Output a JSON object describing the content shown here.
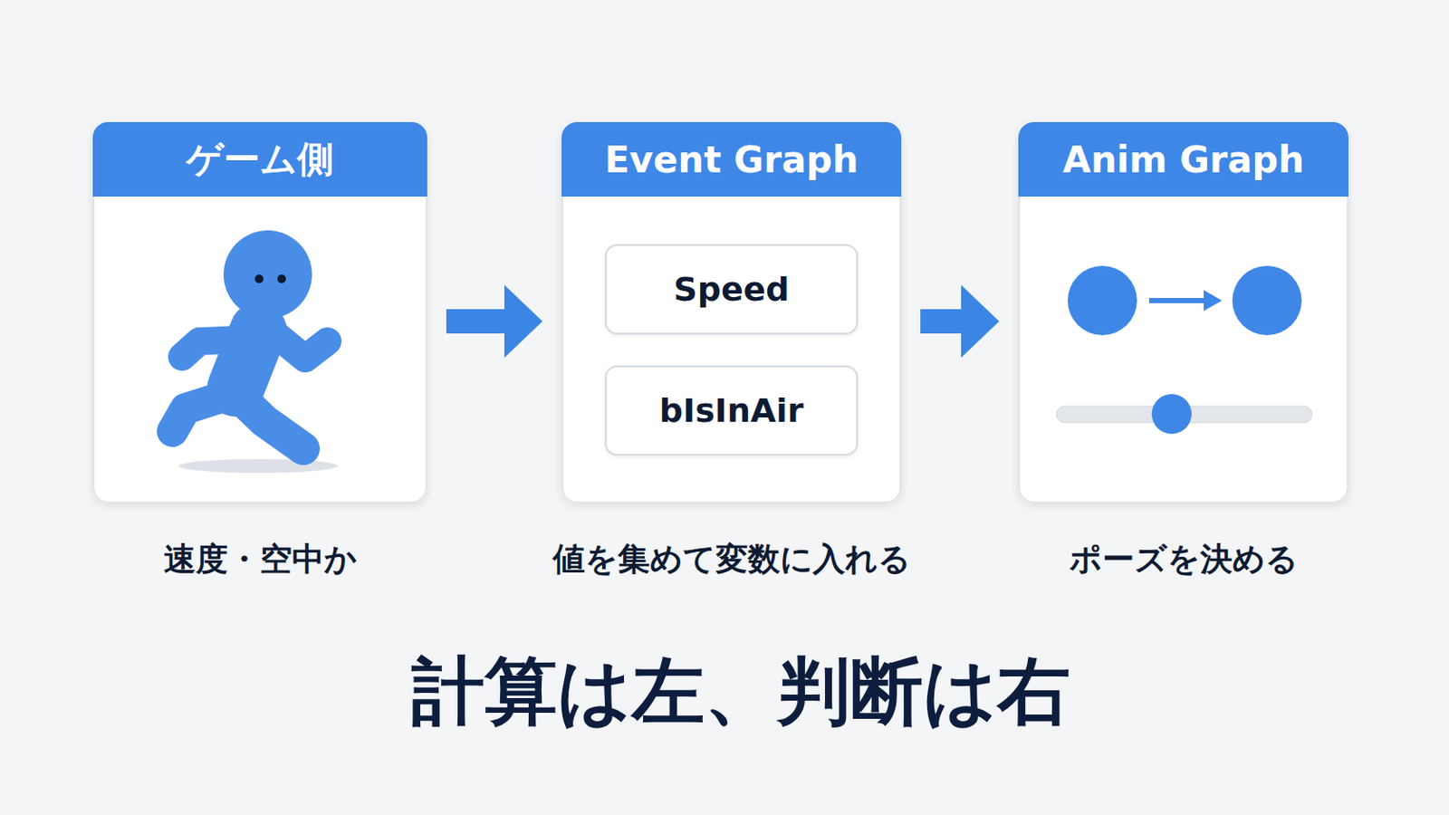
{
  "diagram": {
    "caption": "計算は左、判断は右",
    "nodes": [
      {
        "text": [
          "ゲーム側",
          "速度・空中か"
        ]
      },
      {
        "text": [
          "Event Graph",
          "値を集めて変数に入れる"
        ]
      },
      {
        "text": [
          "Speed"
        ],
        "in": 1
      },
      {
        "text": [
          "bIsInAir"
        ],
        "in": 1
      },
      {
        "text": [
          "Anim Graph",
          "ポーズを決める"
        ]
      }
    ],
    "edges": [
      {
        "from": 0,
        "to": 1,
        "arrow": "to"
      },
      {
        "from": 1,
        "to": 4,
        "arrow": "to"
      }
    ]
  }
}
